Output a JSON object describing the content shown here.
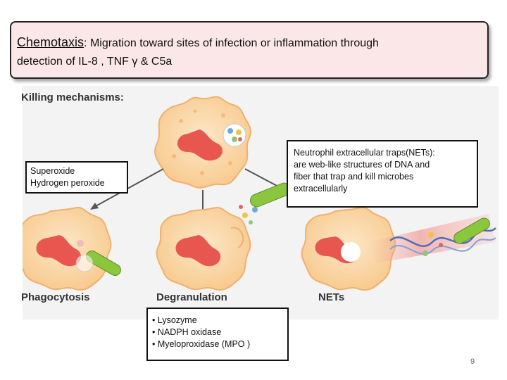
{
  "header": {
    "term": "Chemotaxis",
    "line1_rest": ": Migration toward sites of infection or  inflammation  through",
    "line2": "detection of IL-8 , TNF γ & C5a"
  },
  "figure": {
    "heading": "Killing mechanisms:",
    "labels": {
      "phagocytosis": "Phagocytosis",
      "degranulation": "Degranulation",
      "nets": "NETs"
    }
  },
  "callouts": {
    "left": [
      "Superoxide",
      "Hydrogen peroxide"
    ],
    "right": [
      " Neutrophil extracellular traps(NETs):",
      "are  web-like structures of  DNA and",
      "fiber  that trap  and kill microbes",
      "extracellularly"
    ],
    "bottom": [
      "• Lysozyme",
      "• NADPH oxidase",
      "• Myeloproxidase (MPO )"
    ]
  },
  "page_number": "9",
  "colors": {
    "title_fill": "#fbe7e7",
    "cell_fill": "#fbd9b0",
    "nucleus": "#e8574f",
    "bacterium": "#8cc63f",
    "arrow": "#555555"
  }
}
